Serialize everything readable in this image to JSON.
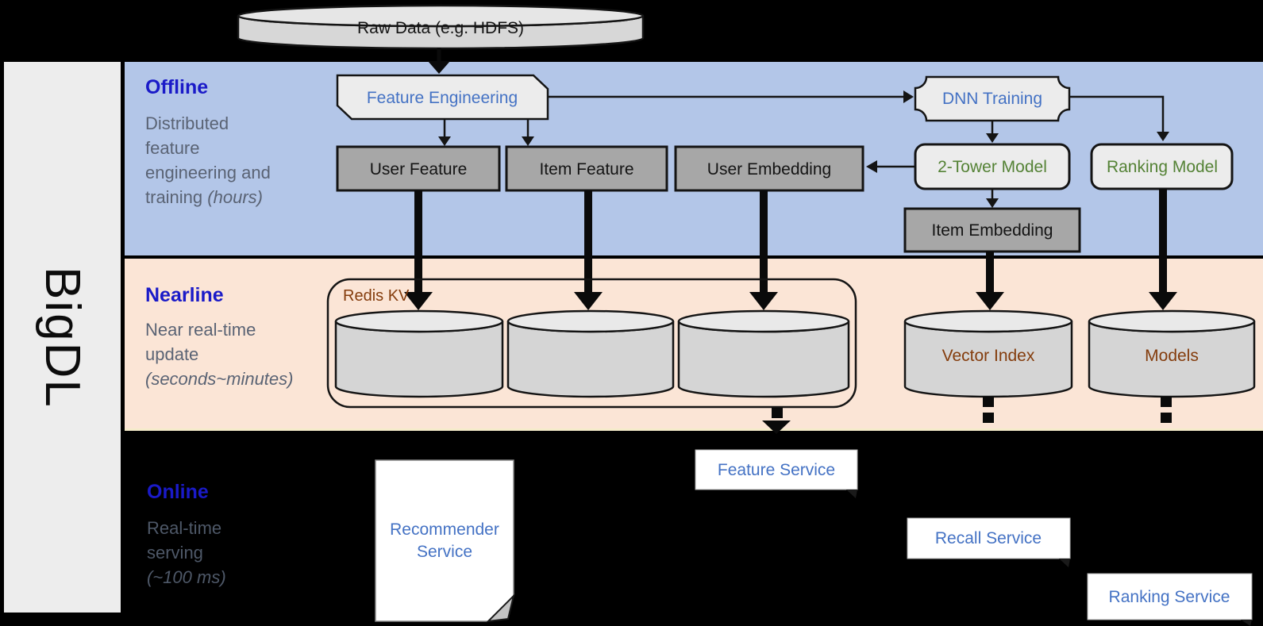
{
  "sidebar": {
    "brand": "BigDL"
  },
  "offline": {
    "title": "Offline",
    "lines": [
      "Distributed",
      "feature",
      "engineering and"
    ],
    "last_line": "training",
    "last_line_italic": "(hours)"
  },
  "nearline": {
    "title": "Nearline",
    "lines": [
      "Near real-time",
      "update"
    ],
    "last_line_italic": "(seconds~minutes)"
  },
  "online": {
    "title": "Online",
    "lines": [
      "Real-time",
      "serving"
    ],
    "last_line_italic": "(~100 ms)"
  },
  "nodes": {
    "raw_data": "Raw Data (e.g. HDFS)",
    "feature_engineering": "Feature Engineering",
    "dnn_training": "DNN Training",
    "user_feature": "User Feature",
    "item_feature": "Item Feature",
    "user_embedding": "User Embedding",
    "two_tower_model": "2-Tower Model",
    "ranking_model": "Ranking Model",
    "item_embedding": "Item Embedding",
    "redis_kv": "Redis KV",
    "vector_index": "Vector Index",
    "models": "Models",
    "feature_service": "Feature Service",
    "recommender_service": "Recommender Service",
    "recall_service": "Recall Service",
    "ranking_service": "Ranking Service"
  },
  "colors": {
    "offline_band": "#B3C6E8",
    "nearline_band": "#FBE5D6",
    "heading_blue": "#1A1AC8",
    "label_blue": "#4472C4",
    "label_green": "#548235",
    "label_brown": "#843C0C",
    "dark_box": "#A7A7A7",
    "light_shape": "#ECECEC"
  }
}
